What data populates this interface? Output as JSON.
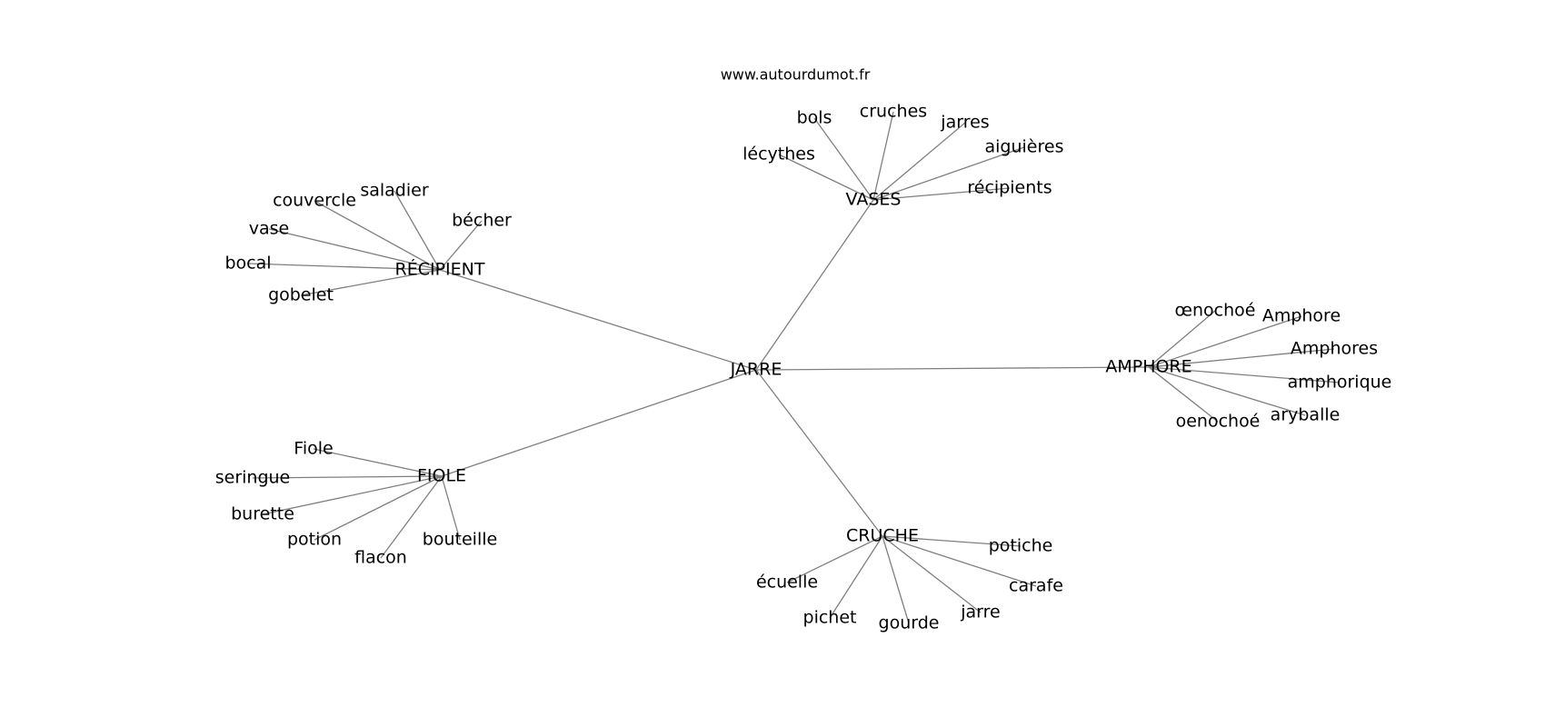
{
  "watermark": "www.autourdumot.fr",
  "center": "JARRE",
  "groups": [
    {
      "hub": "VASES",
      "words": [
        "lécythes",
        "bols",
        "cruches",
        "jarres",
        "aiguières",
        "récipients"
      ]
    },
    {
      "hub": "RÉCIPIENT",
      "words": [
        "couvercle",
        "saladier",
        "bécher",
        "vase",
        "bocal",
        "gobelet"
      ]
    },
    {
      "hub": "AMPHORE",
      "words": [
        "œnochoé",
        "Amphore",
        "Amphores",
        "amphorique",
        "aryballe",
        "oenochoé"
      ]
    },
    {
      "hub": "FIOLE",
      "words": [
        "Fiole",
        "seringue",
        "burette",
        "potion",
        "flacon",
        "bouteille"
      ]
    },
    {
      "hub": "CRUCHE",
      "words": [
        "potiche",
        "carafe",
        "jarre",
        "gourde",
        "pichet",
        "écuelle"
      ]
    }
  ]
}
